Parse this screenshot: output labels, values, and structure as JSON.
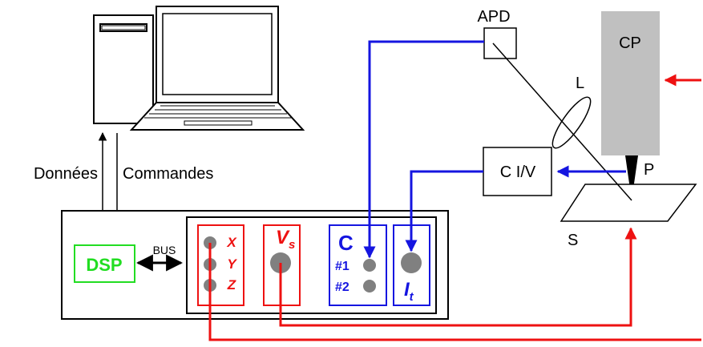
{
  "labels": {
    "apd": "APD",
    "cp": "CP",
    "lens": "L",
    "converter": "C I/V",
    "probe": "P",
    "sample": "S",
    "data_arrow": "Données",
    "commands_arrow": "Commandes",
    "bus": "BUS",
    "dsp": "DSP",
    "axis_x": "X",
    "axis_y": "Y",
    "axis_z": "Z",
    "vs_main": "V",
    "vs_sub": "s",
    "counter": "C",
    "counter_ch1": "#1",
    "counter_ch2": "#2",
    "it_main": "I",
    "it_sub": "t"
  },
  "colors": {
    "red": "#ee1111",
    "blue": "#1515e0",
    "green": "#22dd22",
    "gray_block": "#c0c0c0",
    "connector": "#808080",
    "black": "#000000"
  }
}
